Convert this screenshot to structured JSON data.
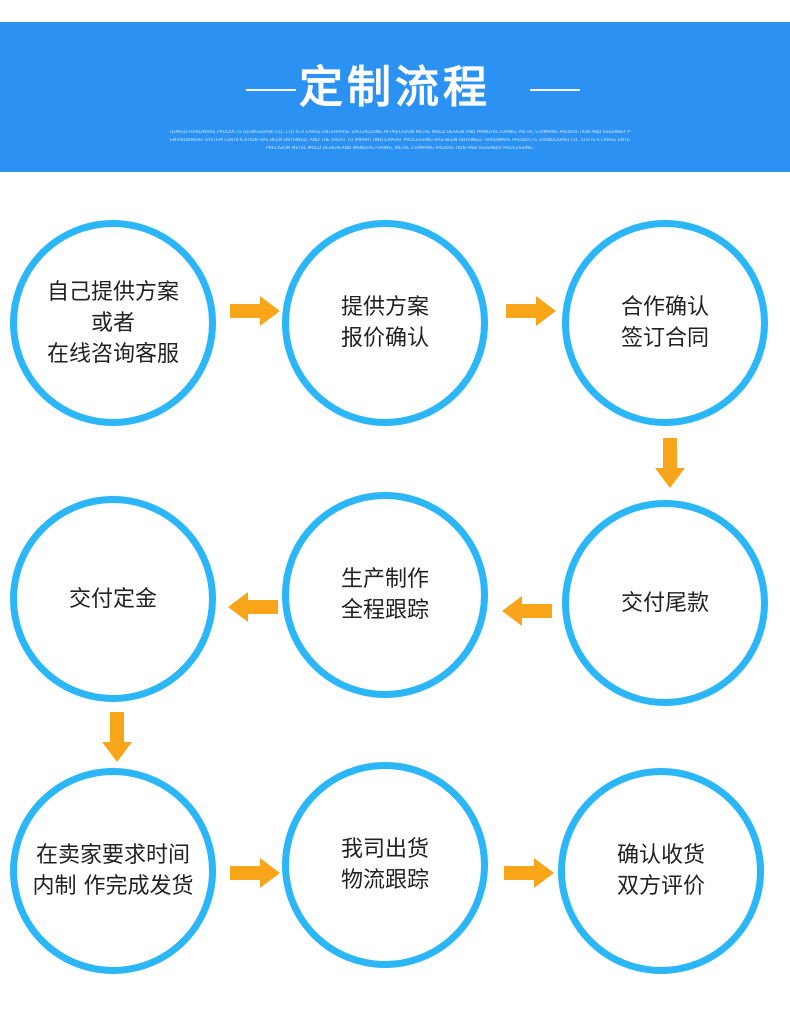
{
  "header": {
    "title": "定制流程",
    "subtitle_lines": [
      "DONGLI HARDWARE PRODUCTS (DONGGUAN) CO., LTD IS A LARGE ENTERPRISE SPECIALIZING IN PRECISION METAL MOLD DESIGN AND MANUFACTURING, METAL STAMPING PRODUCTION AND ASSEMBLY PROCESSING. ISO9001 QUALITY AND ISO",
      "ENVIRONMENT SYSTEM CERTIFICATION HAS BEEN OBTAINED, AND THE RIGHT TO IMPORT AND EXPORT PROCESSING HAS BEEN OBTAINED. HARDWARE PRODUCTS (DONGGUAN) CO., LTD IS A LARGE ENTERPRISE SPECIALIZING IN",
      "PRECISION METAL MOLD DESIGN AND MANUFACTURING, METAL STAMPING PRODUCTION AND ASSEMBLY PROCESSING."
    ]
  },
  "colors": {
    "banner": "#2b92f4",
    "circle_border": "#2ab6f7",
    "arrow": "#f9a51a",
    "text": "#222222"
  },
  "steps": [
    {
      "label": "自己提供方案\n或者\n在线咨询客服"
    },
    {
      "label": "提供方案\n报价确认"
    },
    {
      "label": "合作确认\n签订合同"
    },
    {
      "label": "交付定金"
    },
    {
      "label": "生产制作\n全程跟踪"
    },
    {
      "label": "交付尾款"
    },
    {
      "label": "在卖家要求时间\n内制 作完成发货"
    },
    {
      "label": "我司出货\n物流跟踪"
    },
    {
      "label": "确认收货\n双方评价"
    }
  ]
}
